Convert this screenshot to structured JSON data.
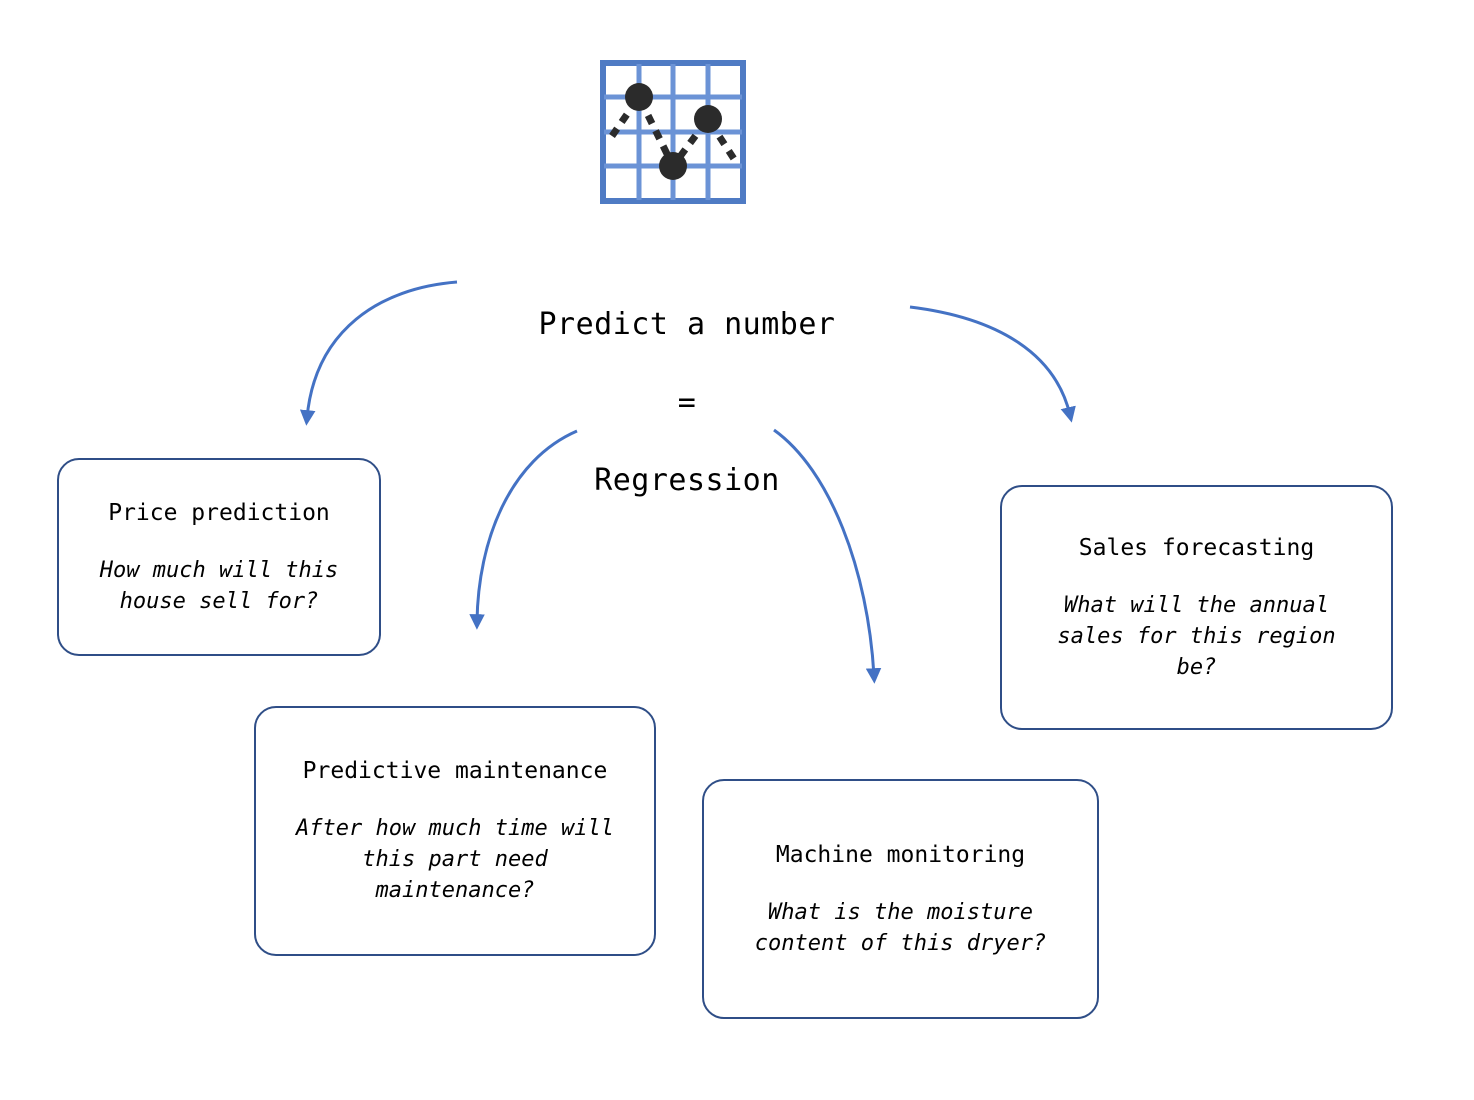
{
  "diagram": {
    "icon": {
      "name": "line-chart-grid-icon",
      "grid_color": "#6b93d6",
      "point_color": "#2b2b2b",
      "points": 3
    },
    "hub": {
      "lines": [
        "Predict a number",
        "=",
        "Regression"
      ],
      "line1": "Predict a number",
      "line2": "=",
      "line3": "Regression"
    },
    "accent_color": "#4472c4",
    "box_border_color": "#2f4e87",
    "nodes": [
      {
        "id": "price-prediction",
        "title": "Price prediction",
        "question": "How much will this house sell for?"
      },
      {
        "id": "predictive-maintenance",
        "title": "Predictive maintenance",
        "question": "After how much time will this part need maintenance?"
      },
      {
        "id": "machine-monitoring",
        "title": "Machine monitoring",
        "question": "What is the moisture content of this dryer?"
      },
      {
        "id": "sales-forecasting",
        "title": "Sales forecasting",
        "question": "What will the annual sales for this region be?"
      }
    ],
    "arrows": [
      {
        "name": "arrow-to-price-prediction",
        "from": "hub",
        "to": "price-prediction"
      },
      {
        "name": "arrow-to-predictive-maintenance",
        "from": "hub",
        "to": "predictive-maintenance"
      },
      {
        "name": "arrow-to-machine-monitoring",
        "from": "hub",
        "to": "machine-monitoring"
      },
      {
        "name": "arrow-to-sales-forecasting",
        "from": "hub",
        "to": "sales-forecasting"
      }
    ]
  }
}
